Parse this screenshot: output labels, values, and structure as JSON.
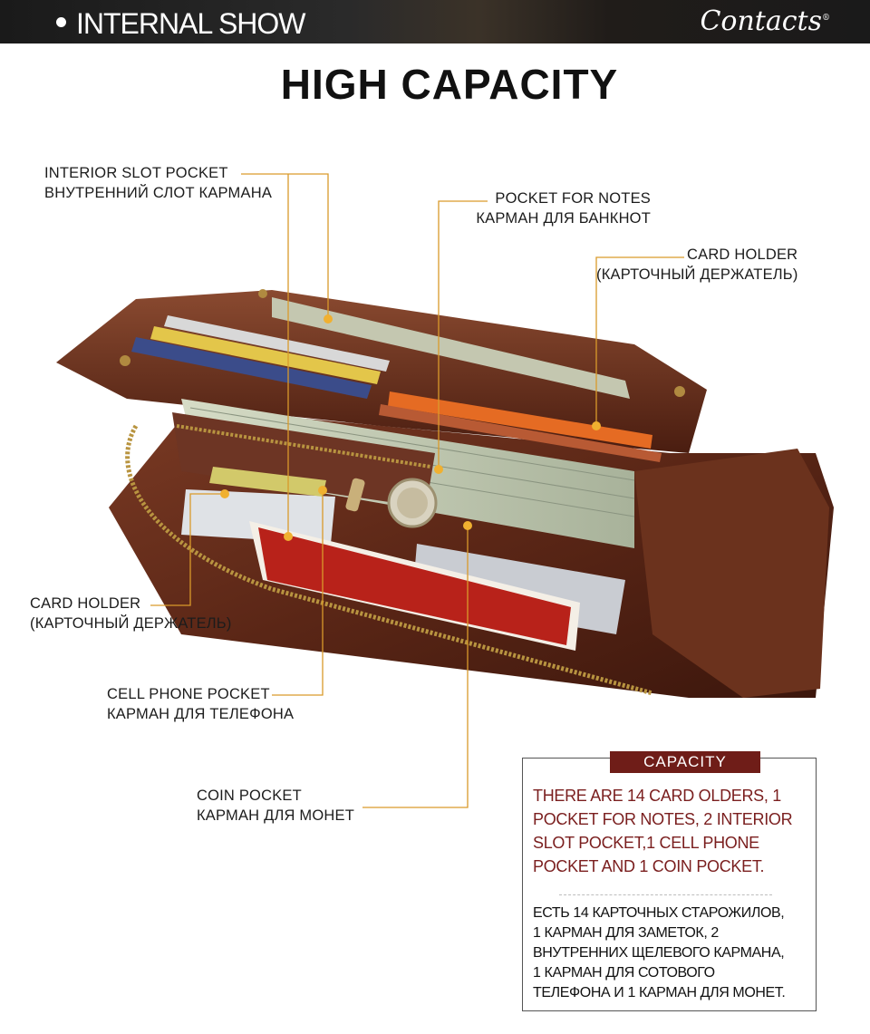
{
  "header": {
    "title": "INTERNAL SHOW",
    "brand": "Contacts",
    "brand_mark": "®"
  },
  "page_title": "HIGH CAPACITY",
  "callouts": {
    "interior_slot_pocket": {
      "en": "INTERIOR SLOT POCKET",
      "ru": "ВНУТРЕННИЙ СЛОТ КАРМАНА"
    },
    "pocket_for_notes": {
      "en": "POCKET FOR NOTES",
      "ru": "КАРМАН ДЛЯ БАНКНОТ"
    },
    "card_holder_top": {
      "en": "CARD HOLDER",
      "ru": "(КАРТОЧНЫЙ ДЕРЖАТЕЛЬ)"
    },
    "card_holder_left": {
      "en": "CARD HOLDER",
      "ru": "(КАРТОЧНЫЙ ДЕРЖАТЕЛЬ)"
    },
    "cell_phone_pocket": {
      "en": "CELL PHONE POCKET",
      "ru": "КАРМАН ДЛЯ ТЕЛЕФОНА"
    },
    "coin_pocket": {
      "en": "COIN POCKET",
      "ru": "КАРМАН ДЛЯ МОНЕТ"
    }
  },
  "capacity": {
    "label": "CAPACITY",
    "en_lines": [
      "THERE ARE 14 CARD OLDERS, 1",
      "POCKET FOR NOTES, 2 INTERIOR",
      "SLOT POCKET,1 CELL PHONE",
      "POCKET AND 1 COIN POCKET."
    ],
    "ru_lines": [
      "ЕСТЬ 14 КАРТОЧНЫХ СТАРОЖИЛОВ,",
      "1 КАРМАН ДЛЯ ЗАМЕТОК, 2",
      "ВНУТРЕННИХ ЩЕЛЕВОГО КАРМАНА,",
      "1 КАРМАН ДЛЯ СОТОВОГО",
      "ТЕЛЕФОНА И 1 КАРМАН ДЛЯ МОНЕТ."
    ]
  },
  "colors": {
    "leader_line": "#d99a2b",
    "accent_dark_red": "#6f1d18",
    "leather": "#5a2a1a"
  }
}
